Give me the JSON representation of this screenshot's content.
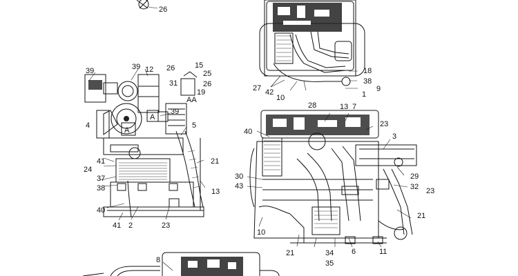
{
  "callouts": {
    "c26_top": "26",
    "c39_a": "39",
    "c12": "12",
    "c39_b": "39",
    "c26_aa": "26",
    "c15": "15",
    "c25": "25",
    "c31": "31",
    "c26_r": "26",
    "c19": "19",
    "cAA": "AA",
    "c39_c": "39",
    "c4": "4",
    "c5": "5",
    "c41_a": "41",
    "c24": "24",
    "c37": "37",
    "c38_a": "38",
    "c21_a": "21",
    "c13_a": "13",
    "c40_a": "40",
    "c41_b": "41",
    "c2": "2",
    "c23_a": "23",
    "c18": "18",
    "c38_b": "38",
    "c9": "9",
    "c27": "27",
    "c42": "42",
    "c10_a": "10",
    "c1": "1",
    "c28": "28",
    "c13_b": "13",
    "c7": "7",
    "c23_b": "23",
    "c40_b": "40",
    "c3": "3",
    "c29": "29",
    "c30": "30",
    "c32": "32",
    "c43": "43",
    "c23_c": "23",
    "c21_b": "21",
    "c10_b": "10",
    "c21_c": "21",
    "c34": "34",
    "c35": "35",
    "c6": "6",
    "c11": "11",
    "c8": "8",
    "cA_1": "A",
    "cA_2": "A"
  }
}
